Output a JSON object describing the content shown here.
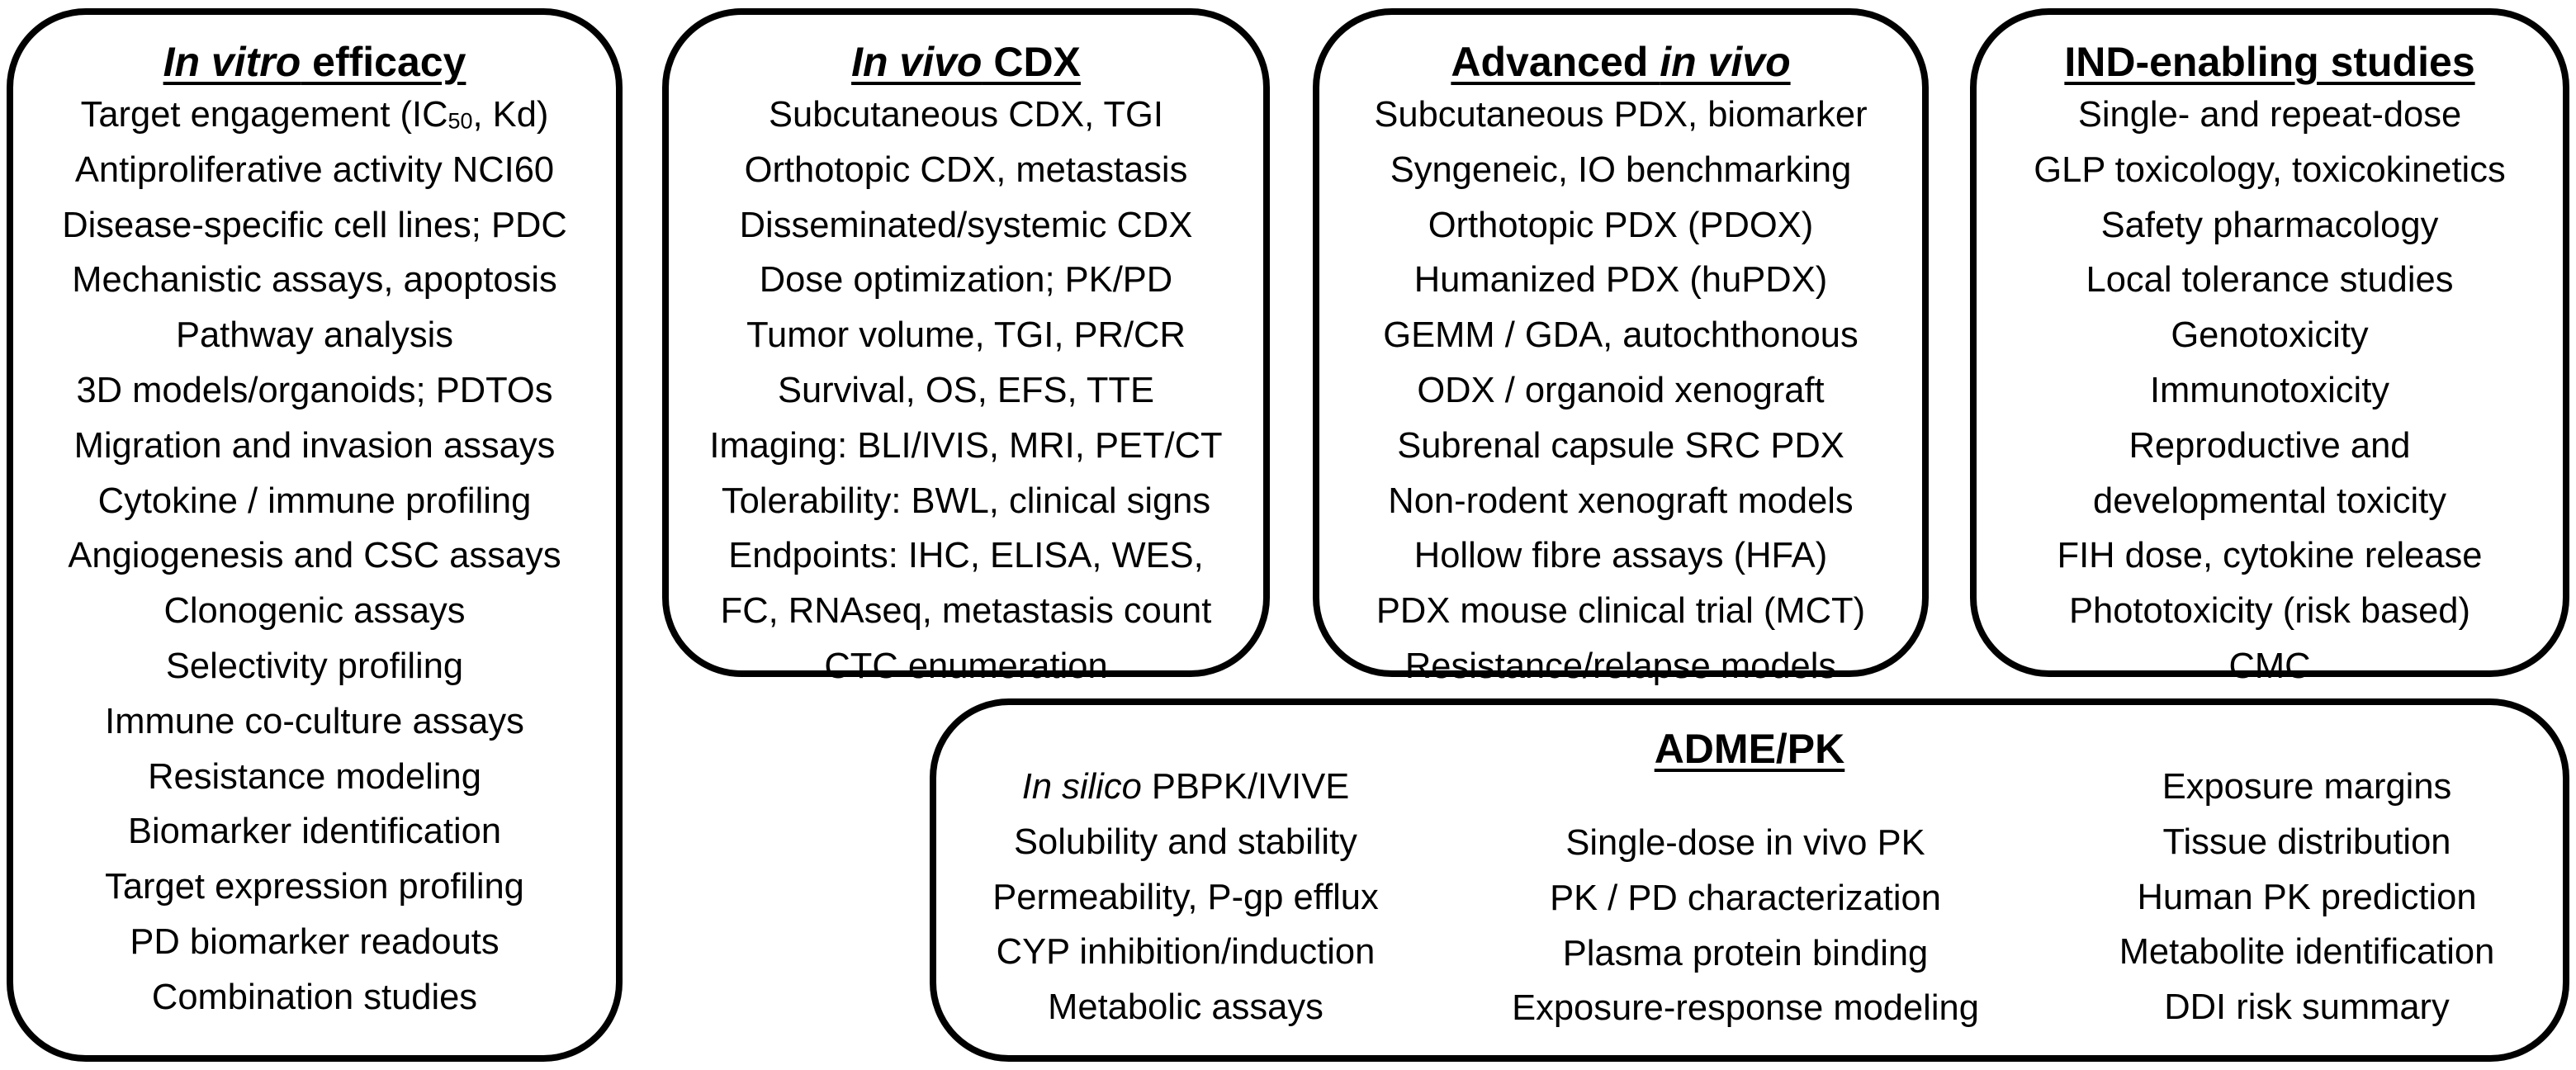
{
  "panels": {
    "in_vitro": {
      "title_em": "In vitro",
      "title_rest": " efficacy",
      "first_item_prefix": "Target engagement (IC",
      "first_item_sub": "50",
      "first_item_suffix": ", Kd)",
      "items": [
        "Antiproliferative activity NCI60",
        "Disease-specific cell lines; PDC",
        "Mechanistic assays, apoptosis",
        "Pathway analysis",
        "3D models/organoids; PDTOs",
        "Migration and invasion assays",
        "Cytokine / immune profiling",
        "Angiogenesis and CSC assays",
        "Clonogenic assays",
        "Selectivity profiling",
        "Immune co-culture assays",
        "Resistance modeling",
        "Biomarker identification",
        "Target expression profiling",
        "PD biomarker readouts",
        "Combination studies"
      ]
    },
    "in_vivo_cdx": {
      "title_em": "In vivo",
      "title_rest": " CDX",
      "items": [
        "Subcutaneous CDX, TGI",
        "Orthotopic CDX, metastasis",
        "Disseminated/systemic CDX",
        "Dose optimization; PK/PD",
        "Tumor volume, TGI, PR/CR",
        "Survival, OS, EFS, TTE",
        "Imaging: BLI/IVIS, MRI, PET/CT",
        "Tolerability: BWL, clinical signs",
        "Endpoints: IHC, ELISA, WES,",
        "FC, RNAseq, metastasis count",
        "CTC enumeration"
      ]
    },
    "advanced_in_vivo": {
      "title_plain": "Advanced ",
      "title_em": "in vivo",
      "items": [
        "Subcutaneous PDX, biomarker",
        "Syngeneic, IO benchmarking",
        "Orthotopic PDX (PDOX)",
        "Humanized PDX (huPDX)",
        "GEMM / GDA, autochthonous",
        "ODX / organoid xenograft",
        "Subrenal capsule SRC PDX",
        "Non-rodent xenograft models",
        "Hollow fibre assays (HFA)",
        "PDX mouse clinical trial (MCT)",
        "Resistance/relapse models"
      ]
    },
    "ind_enabling": {
      "title": "IND-enabling studies",
      "items": [
        "Single- and repeat-dose",
        "GLP toxicology, toxicokinetics",
        "Safety pharmacology",
        "Local tolerance studies",
        "Genotoxicity",
        "Immunotoxicity",
        "Reproductive and",
        "developmental toxicity",
        "FIH dose, cytokine release",
        "Phototoxicity (risk based)",
        "CMC"
      ]
    },
    "adme_pk": {
      "title": "ADME/PK",
      "col1_first_em": "In silico",
      "col1_first_rest": " PBPK/IVIVE",
      "col1_items": [
        "Solubility and stability",
        "Permeability, P-gp efflux",
        "CYP inhibition/induction",
        "Metabolic assays"
      ],
      "col2_items": [
        "Single-dose in vivo PK",
        "PK / PD characterization",
        "Plasma protein binding",
        "Exposure-response modeling"
      ],
      "col3_items": [
        "Exposure margins",
        "Tissue distribution",
        "Human PK prediction",
        "Metabolite identification",
        "DDI risk summary"
      ]
    }
  }
}
